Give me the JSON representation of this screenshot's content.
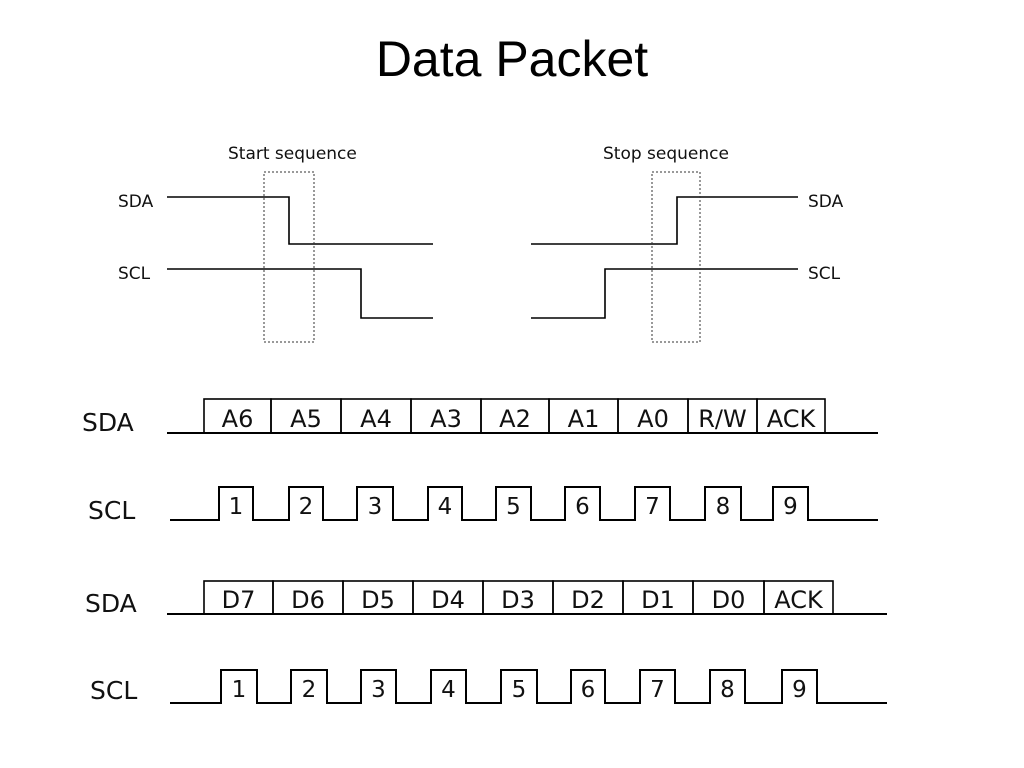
{
  "slide": {
    "title": "Data Packet"
  },
  "conditions": {
    "start_label": "Start sequence",
    "stop_label": "Stop sequence",
    "sda_label": "SDA",
    "scl_label": "SCL"
  },
  "address_frame": {
    "sda_label": "SDA",
    "scl_label": "SCL",
    "bits": [
      "A6",
      "A5",
      "A4",
      "A3",
      "A2",
      "A1",
      "A0",
      "R/W",
      "ACK"
    ],
    "clocks": [
      "1",
      "2",
      "3",
      "4",
      "5",
      "6",
      "7",
      "8",
      "9"
    ]
  },
  "data_frame": {
    "sda_label": "SDA",
    "scl_label": "SCL",
    "bits": [
      "D7",
      "D6",
      "D5",
      "D4",
      "D3",
      "D2",
      "D1",
      "D0",
      "ACK"
    ],
    "clocks": [
      "1",
      "2",
      "3",
      "4",
      "5",
      "6",
      "7",
      "8",
      "9"
    ]
  }
}
